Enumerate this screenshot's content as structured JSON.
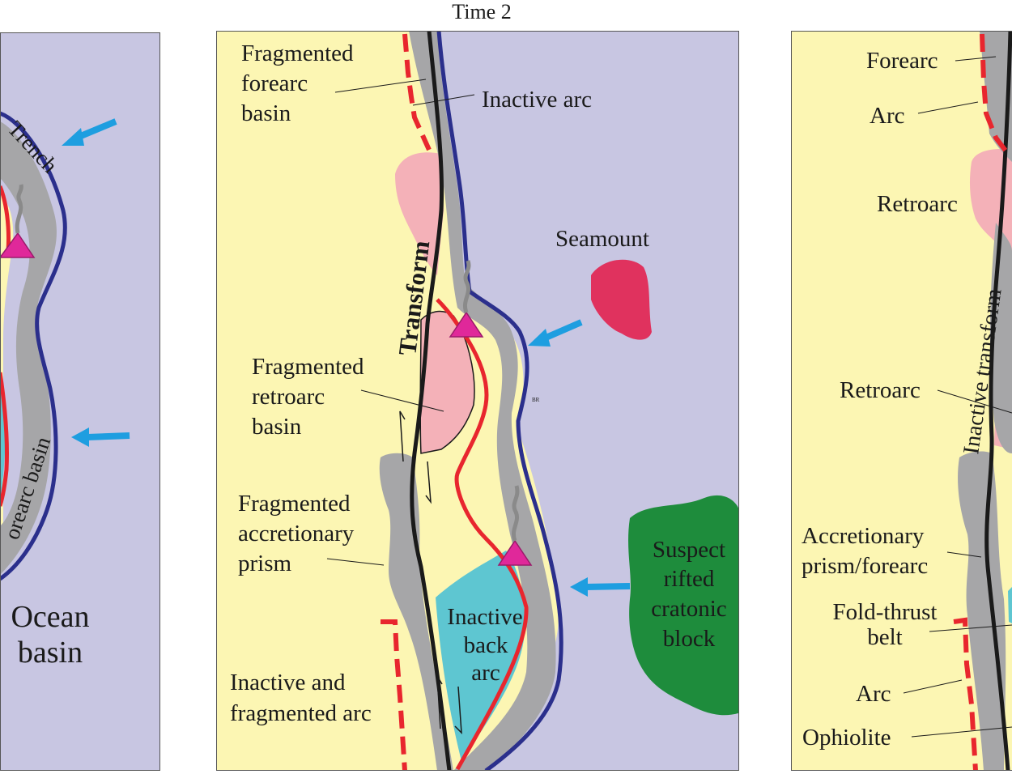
{
  "title": "Time 2",
  "left_panel": {
    "trench": "Trench",
    "forearc_basin": "orearc basin",
    "ocean_basin_line1": "Ocean",
    "ocean_basin_line2": "basin"
  },
  "center_panel": {
    "fragmented_forearc_basin": [
      "Fragmented",
      "forearc",
      "basin"
    ],
    "inactive_arc": "Inactive  arc",
    "seamount": "Seamount",
    "transform": "Transform",
    "fragmented_retroarc_basin": [
      "Fragmented",
      "retroarc",
      "basin"
    ],
    "fragmented_accretionary_prism": [
      "Fragmented",
      "accretionary",
      "prism"
    ],
    "inactive_back_arc": [
      "Inactive",
      "back",
      "arc"
    ],
    "suspect_rifted_cratonic_block": [
      "Suspect",
      "rifted",
      "cratonic",
      "block"
    ],
    "inactive_fragmented_arc": [
      "Inactive and",
      "fragmented arc"
    ],
    "tiny_mark": "BR"
  },
  "right_panel": {
    "forearc": "Forearc",
    "arc_top": "Arc",
    "retroarc_top": "Retroarc",
    "inactive_transform": "Inactive transform",
    "retroarc_mid": "Retroarc",
    "accretionary_prism_forearc": [
      "Accretionary",
      "prism/forearc"
    ],
    "fold_thrust_belt": [
      "Fold-thrust",
      "belt"
    ],
    "arc_bottom": "Arc",
    "ophiolite": "Ophiolite"
  },
  "colors": {
    "ocean": "#c8c6e2",
    "continent": "#fcf6b3",
    "prism": "#a6a6a8",
    "retroarc": "#f4b1b8",
    "back_arc": "#5ec6d1",
    "seamount": "#e0325e",
    "craton": "#1e8c3c",
    "arc_line": "#e8262e",
    "trench_line": "#2b2f8c",
    "volcano": "#e0289a",
    "arrow": "#1e9ee0"
  }
}
